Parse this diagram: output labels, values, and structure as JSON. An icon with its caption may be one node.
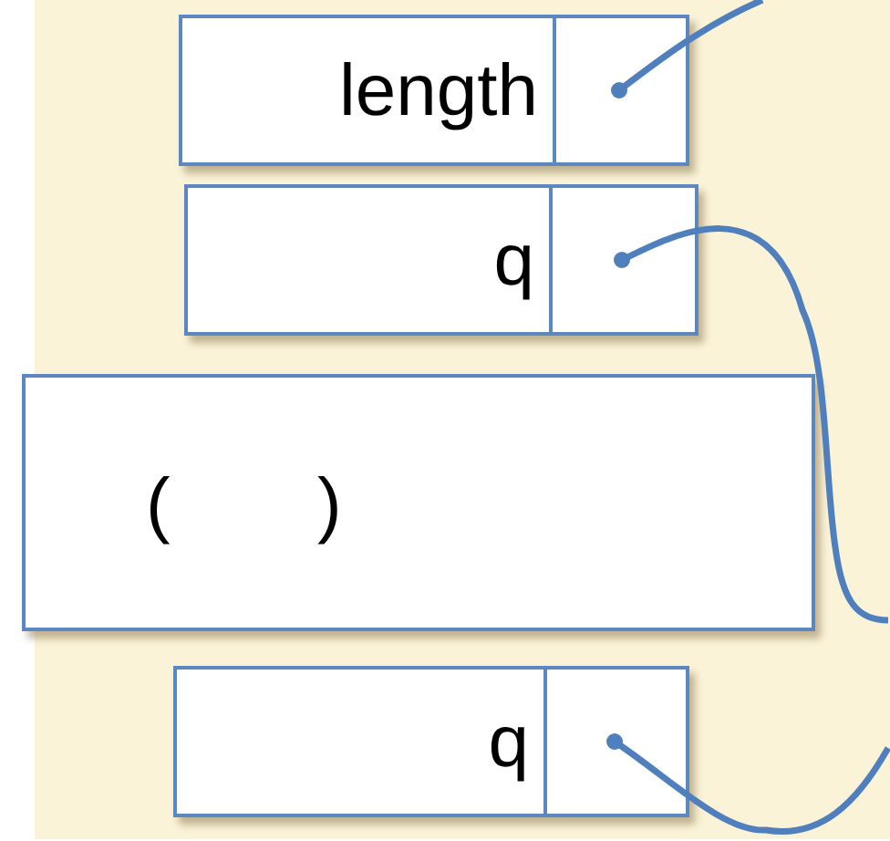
{
  "diagram": {
    "nodes": [
      {
        "text": [
          "length"
        ]
      },
      {
        "text": [],
        "shape": "box",
        "in": 0
      },
      {
        "text": [
          "q"
        ]
      },
      {
        "text": [],
        "shape": "box",
        "in": 2
      },
      {
        "text": [
          "(",
          ")"
        ]
      },
      {
        "text": [
          "q"
        ]
      },
      {
        "text": [],
        "shape": "box",
        "in": 5
      }
    ],
    "edges": [
      {
        "from": 1,
        "to": null,
        "arrow": "other"
      },
      {
        "from": 3,
        "to": null,
        "arrow": "other"
      },
      {
        "from": 6,
        "to": null,
        "arrow": "other"
      }
    ]
  }
}
